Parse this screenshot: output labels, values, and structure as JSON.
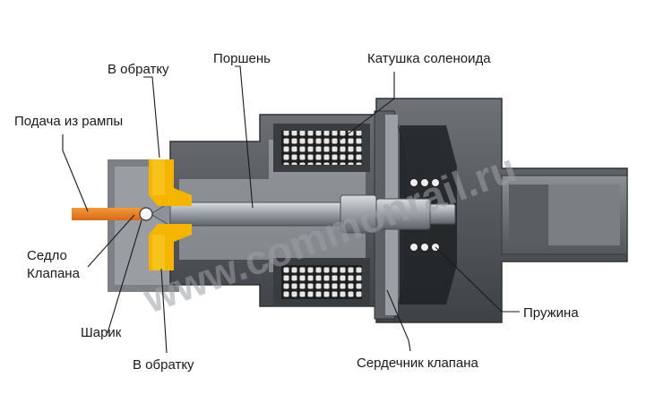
{
  "labels": {
    "return_top": "В обратку",
    "piston": "Поршень",
    "solenoid_coil": "Катушка соленоида",
    "supply_from_rail": "Подача из рампы",
    "valve_seat_line1": "Седло",
    "valve_seat_line2": "Клапана",
    "ball": "Шарик",
    "return_bottom": "В обратку",
    "spring": "Пружина",
    "valve_core": "Сердечник клапана"
  },
  "watermark": "www.commonrail.ru",
  "colors": {
    "housing_dark": "#4a4d51",
    "housing_mid": "#8a8e92",
    "housing_light": "#b9bcbf",
    "fuel_yellow": "#f4b400",
    "fuel_orange": "#e8862a",
    "coil": "#2d2d2d",
    "piston": "#9ea4aa"
  }
}
